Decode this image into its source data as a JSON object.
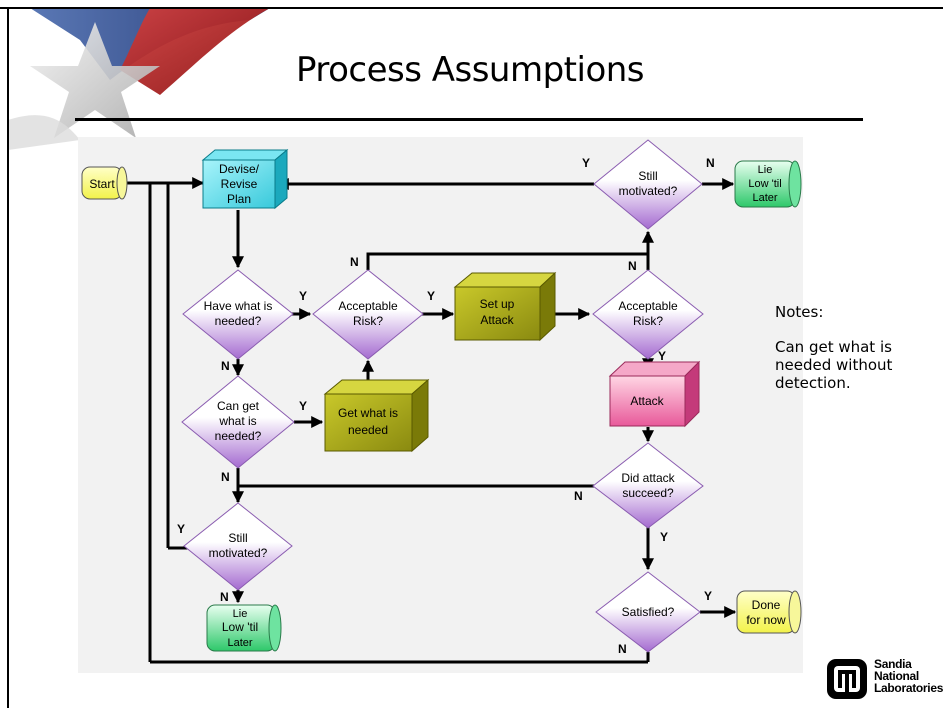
{
  "slide": {
    "title": "Process Assumptions",
    "notes_heading": "Notes:",
    "notes_lines": [
      "Can get what is",
      "needed without",
      "detection."
    ],
    "logo_lines": [
      "Sandia",
      "National",
      "Laboratories"
    ]
  },
  "diagram": {
    "nodes": {
      "start": [
        "Start"
      ],
      "devise": [
        "Devise/",
        "Revise",
        "Plan"
      ],
      "have_needed": [
        "Have what is",
        "needed?"
      ],
      "acceptable_risk_1": [
        "Acceptable",
        "Risk?"
      ],
      "set_up_attack": [
        "Set up",
        "Attack"
      ],
      "acceptable_risk_2": [
        "Acceptable",
        "Risk?"
      ],
      "still_motivated_top": [
        "Still",
        "motivated?"
      ],
      "lie_low_top": [
        "Lie",
        "Low 'til",
        "Later"
      ],
      "can_get_needed": [
        "Can get",
        "what is",
        "needed?"
      ],
      "get_needed": [
        "Get what is",
        "needed"
      ],
      "attack": [
        "Attack"
      ],
      "did_attack_succeed": [
        "Did attack",
        "succeed?"
      ],
      "still_motivated_bottom": [
        "Still",
        "motivated?"
      ],
      "lie_low_bottom": [
        "Lie",
        "Low 'til",
        "Later"
      ],
      "satisfied": [
        "Satisfied?"
      ],
      "done": [
        "Done",
        "for now"
      ]
    },
    "edge_labels": {
      "have_yes": "Y",
      "have_no": "N",
      "risk1_yes": "Y",
      "risk1_no": "N",
      "risk2_yes": "Y",
      "risk2_no": "N",
      "can_get_yes": "Y",
      "can_get_no": "N",
      "still_top_yes": "Y",
      "still_top_no": "N",
      "succeed_yes": "Y",
      "succeed_no": "N",
      "still_bottom_yes": "Y",
      "still_bottom_no": "N",
      "satisfied_yes": "Y",
      "satisfied_no": "N"
    }
  }
}
